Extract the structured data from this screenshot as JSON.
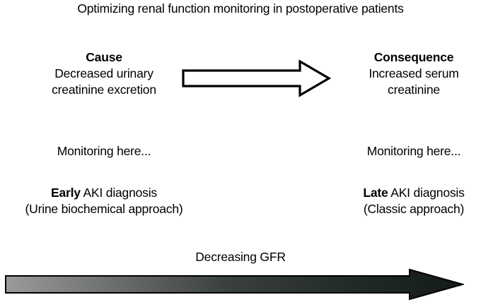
{
  "figure": {
    "title": "Optimizing renal function monitoring in postoperative patients",
    "background_color": "#ffffff",
    "text_color": "#000000"
  },
  "cause": {
    "heading": "Cause",
    "line1": "Decreased urinary",
    "line2": "creatinine excretion",
    "monitoring_note": "Monitoring here...",
    "diagnosis_emphasis": "Early",
    "diagnosis_rest": " AKI diagnosis",
    "diagnosis_detail": "(Urine biochemical approach)"
  },
  "consequence": {
    "heading": "Consequence",
    "line1": "Increased serum",
    "line2": "creatinine",
    "monitoring_note": "Monitoring here...",
    "diagnosis_emphasis": "Late",
    "diagnosis_rest": " AKI diagnosis",
    "diagnosis_detail": "(Classic approach)"
  },
  "flow_arrow": {
    "name": "cause-to-consequence-arrow",
    "style": "hollow-block-arrow",
    "direction": "right",
    "fill_color": "#ffffff",
    "stroke_color": "#000000"
  },
  "gradient_arrow": {
    "label": "Decreasing GFR",
    "name": "decreasing-gfr-arrow",
    "style": "filled-block-arrow",
    "direction": "right",
    "stroke_color": "#000000",
    "gradient_start_color": "#9a9a9a",
    "gradient_mid_color": "#3b4040",
    "gradient_end_color": "#131a1a"
  }
}
